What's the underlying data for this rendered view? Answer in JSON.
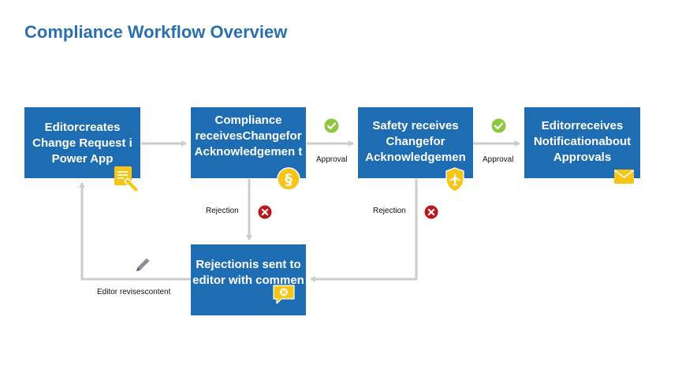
{
  "title": "Compliance Workflow Overview",
  "boxes": {
    "editor_creates": "Editorcreates Change Request i Power App",
    "compliance": "Compliance receivesChangefor Acknowledgemen t",
    "safety": "Safety receives Changefor Acknowledgemen",
    "editor_receives": "Editorreceives Notificationabout Approvals",
    "rejection": "Rejectionis sent to editor with commen"
  },
  "labels": {
    "approval_1": "Approval",
    "approval_2": "Approval",
    "rejection_1": "Rejection",
    "rejection_2": "Rejection",
    "editor_revises": "Editor revisescontent"
  },
  "icons": {
    "check_1": "check-circle-icon",
    "check_2": "check-circle-icon",
    "reject_1": "x-circle-icon",
    "reject_2": "x-circle-icon",
    "note": "sticky-note-pencil-icon",
    "section": "section-symbol-icon",
    "airplane": "airplane-shield-icon",
    "mail": "envelope-icon",
    "comment": "comment-x-icon",
    "pencil": "pencil-icon"
  },
  "colors": {
    "box": "#1e6db2",
    "title": "#2a6fae",
    "arrow": "#cccccc",
    "check": "#8dc641",
    "reject": "#c0131a",
    "icon_yellow": "#f5c518"
  }
}
